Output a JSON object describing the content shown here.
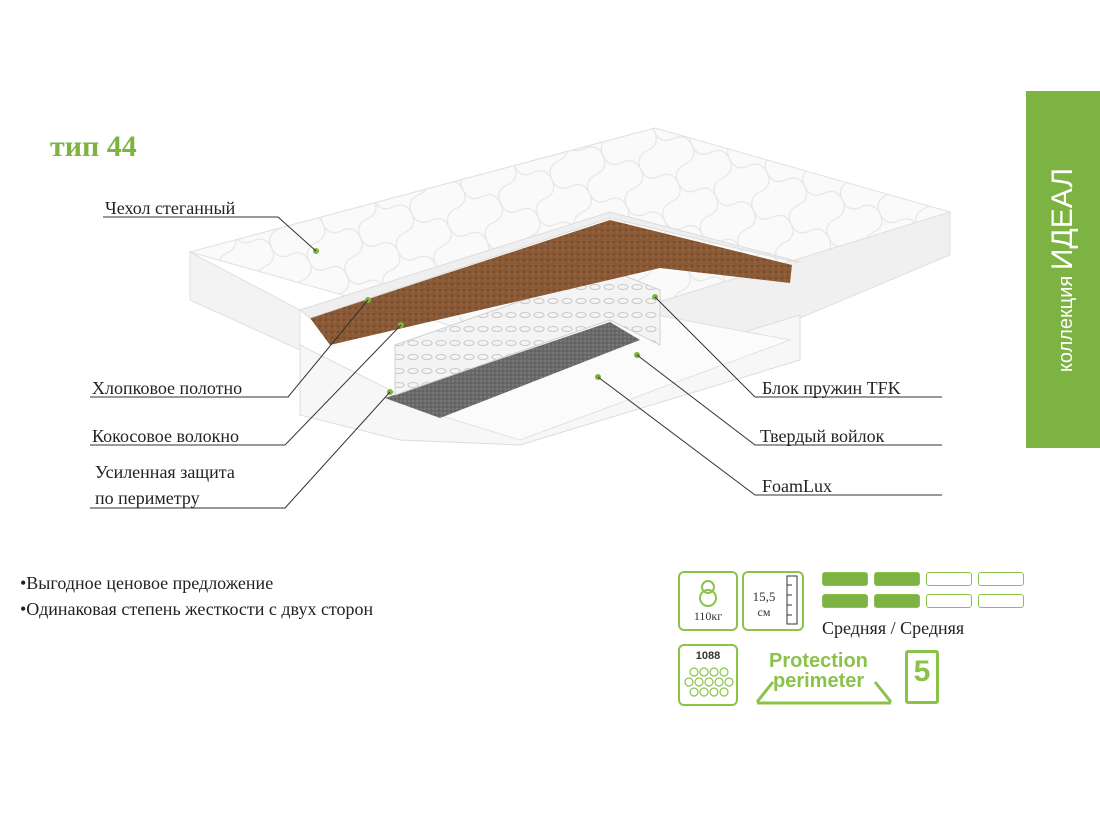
{
  "header": {
    "title": "тип 44"
  },
  "side_tab": {
    "small": "коллекция ",
    "big": "ИДЕАЛ"
  },
  "labels": {
    "cover": "Чехол стеганный",
    "cotton": "Хлопковое полотно",
    "coconut": "Кокосовое волокно",
    "perimeter_line1": "Усиленная защита",
    "perimeter_line2": "по периметру",
    "springs": "Блок пружин TFK",
    "felt": "Твердый войлок",
    "foam": "FoamLux"
  },
  "features": [
    "•Выгодное ценовое предложение",
    "•Одинаковая степень жесткости с двух сторон"
  ],
  "specs": {
    "weight": "110кг",
    "height_value": "15,5",
    "height_unit": "см",
    "springs_count": "1088",
    "firmness_caption": "Средняя / Средняя",
    "firmness_side1_level": 2,
    "firmness_side2_level": 2,
    "firmness_max": 4,
    "protection_line1": "Protection",
    "protection_line2": "perimeter",
    "warranty_years": "5"
  },
  "colors": {
    "accent": "#7cb342",
    "coconut": "#8a5a36",
    "felt": "#6a6a6a"
  }
}
